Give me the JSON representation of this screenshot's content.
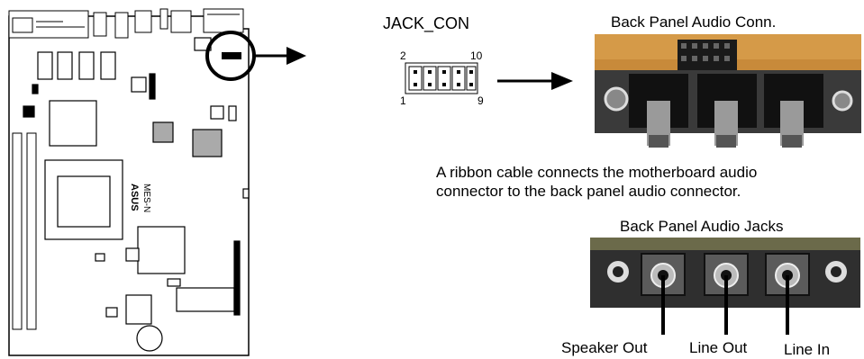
{
  "jack_con": {
    "title": "JACK_CON",
    "pins": {
      "top_left": "2",
      "top_right": "10",
      "bottom_left": "1",
      "bottom_right": "9"
    }
  },
  "board": {
    "brand_text": "ASUS",
    "model_text": "MES-N"
  },
  "back_panel_connector": {
    "title": "Back Panel Audio Conn."
  },
  "description": {
    "line1": "A ribbon cable connects the motherboard audio",
    "line2": "connector to the back panel audio connector."
  },
  "back_panel_jacks": {
    "title": "Back Panel Audio Jacks",
    "labels": [
      "Speaker Out",
      "Line Out",
      "Line In"
    ]
  }
}
